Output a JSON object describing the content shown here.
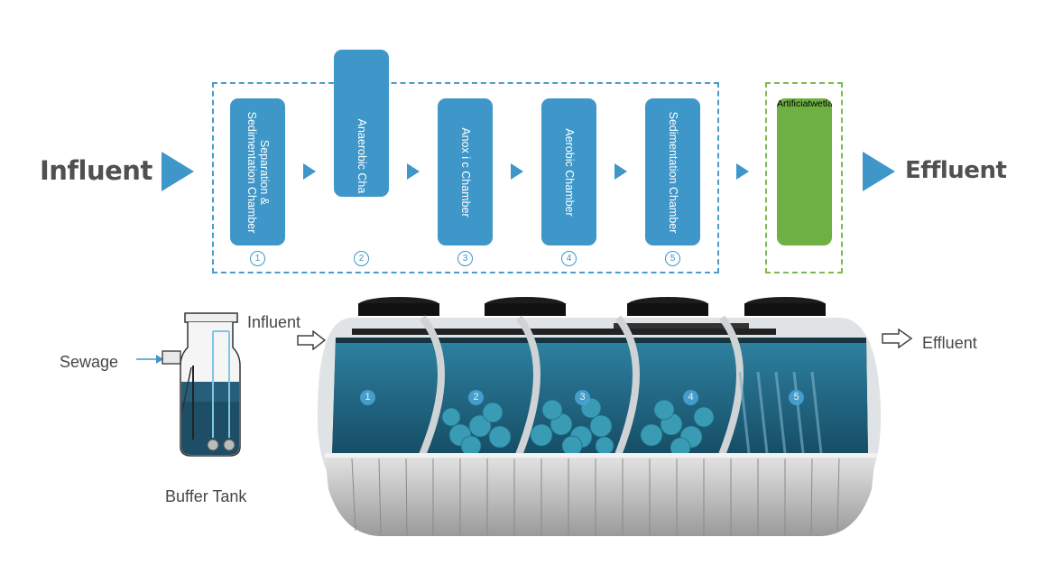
{
  "influent_label": "Influent",
  "effluent_label": "Effluent",
  "chambers": [
    {
      "num": "1",
      "lines": [
        "Separation &",
        "Sedimentation Chamber"
      ]
    },
    {
      "num": "2",
      "lines": [
        "Anaerobic Cha"
      ]
    },
    {
      "num": "3",
      "lines": [
        "Anox i c Chamber"
      ]
    },
    {
      "num": "4",
      "lines": [
        "Aerobic Chamber"
      ]
    },
    {
      "num": "5",
      "lines": [
        "Sedimentation Chamber"
      ]
    }
  ],
  "optional_stage": {
    "label": "Artificiatwetland(Optional)"
  },
  "lower": {
    "sewage_label": "Sewage",
    "tank_influent_label": "Influent",
    "tank_effluent_label": "Effluent",
    "buffer_tank_label": "Buffer Tank",
    "tank_chamber_numbers": [
      "1",
      "2",
      "3",
      "4",
      "5"
    ]
  },
  "colors": {
    "chamber_blue": "#3f97c9",
    "optional_green": "#6fb044",
    "text_gray": "#505050"
  }
}
